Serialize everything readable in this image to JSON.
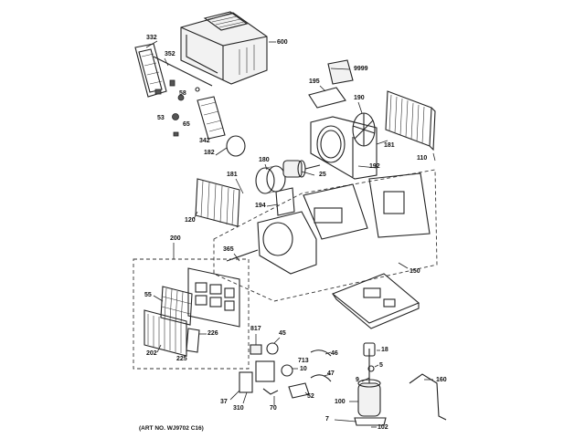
{
  "diagram": {
    "caption": "(ART NO. WJ9702 C16)",
    "callouts": [
      "332",
      "600",
      "352",
      "9999",
      "195",
      "190",
      "58",
      "53",
      "65",
      "342",
      "110",
      "181",
      "182",
      "180",
      "25",
      "192",
      "181",
      "194",
      "120",
      "200",
      "365",
      "150",
      "55",
      "202",
      "225",
      "226",
      "817",
      "45",
      "46",
      "18",
      "713",
      "10",
      "5",
      "9",
      "47",
      "160",
      "37",
      "310",
      "70",
      "52",
      "100",
      "7",
      "102"
    ]
  }
}
